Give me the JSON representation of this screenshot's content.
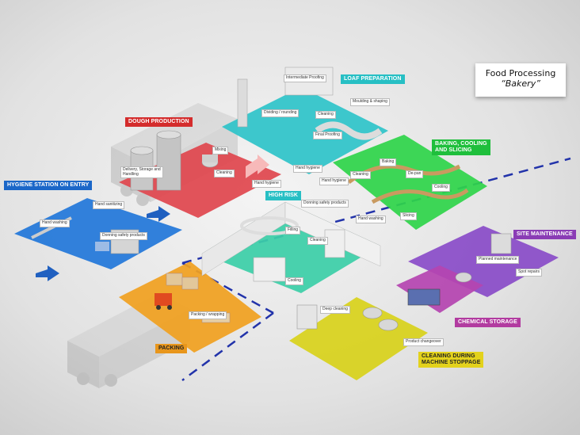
{
  "title": {
    "line1": "Food Processing",
    "line2": "“Bakery”"
  },
  "zones": {
    "dough": "DOUGH PRODUCTION",
    "loaf": "LOAF PREPARATION",
    "hygiene": "HYGIENE STATION ON ENTRY",
    "baking": "BAKING, COOLING\nAND SLICING",
    "high_risk": "HIGH RISK",
    "site": "SITE MAINTENANCE",
    "chemical": "CHEMICAL STORAGE",
    "packing": "PACKING",
    "cleaning": "CLEANING DURING\nMACHINE STOPPAGE"
  },
  "tags": {
    "intermediate_proofing": "Intermediate Proofing",
    "moulding_shaping": "Moulding & shaping",
    "dividing_rounding": "Dividing / rounding",
    "cleaning_loaf": "Cleaning",
    "final_proofing": "Final Proofing",
    "hand_hygiene_loaf": "Hand hygiene",
    "mixing": "Mixing",
    "delivery_storage": "Delivery, Storage and\nHandling",
    "cleaning_dough": "Cleaning",
    "hand_hygiene_dough": "Hand hygiene",
    "hand_sanitizing": "Hand sanitizing",
    "hand_washing_entry": "Hand washing",
    "donning_entry": "Donning safety products",
    "baking": "Baking",
    "de_pan": "De-pan",
    "cleaning_baking": "Cleaning",
    "hand_hygiene_baking": "Hand hygiene",
    "cooling_baking": "Cooling",
    "slicing": "Slicing",
    "donning_high": "Donning safety products",
    "hand_washing_high": "Hand washing",
    "filling": "Filling",
    "cleaning_high": "Cleaning",
    "cooling_high": "Cooling",
    "planned_maintenance": "Planned maintenance",
    "spot_repairs": "Spot repairs",
    "packing_wrapping": "Packing / wrapping",
    "deep_cleaning": "Deep cleaning",
    "product_changeover": "Product changeover"
  },
  "colors": {
    "dough": "#e0474f",
    "loaf": "#2fc4c9",
    "hygiene": "#2277d9",
    "baking": "#2fd44a",
    "high_risk": "#3ccfa8",
    "site": "#8a4cc8",
    "chemical": "#b545b0",
    "packing": "#f0a020",
    "cleaning": "#d8d21c",
    "divider": "#2233aa"
  }
}
